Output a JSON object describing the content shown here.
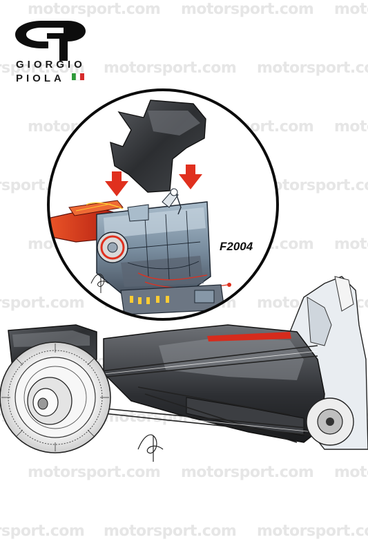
{
  "watermark": {
    "text": "motorsport.com",
    "color": "#e6e6e6"
  },
  "logo": {
    "line1": "GIORGIO",
    "line2": "PIOLA",
    "flag_colors": [
      "#2e9a3a",
      "#ffffff",
      "#d62b2b"
    ]
  },
  "inset": {
    "label": "F2004"
  },
  "colors": {
    "arrow": "#e0301e",
    "suspension": "#d6301c",
    "gearbox_top": "#8fa6b8",
    "gearbox_bottom": "#4a5563"
  }
}
